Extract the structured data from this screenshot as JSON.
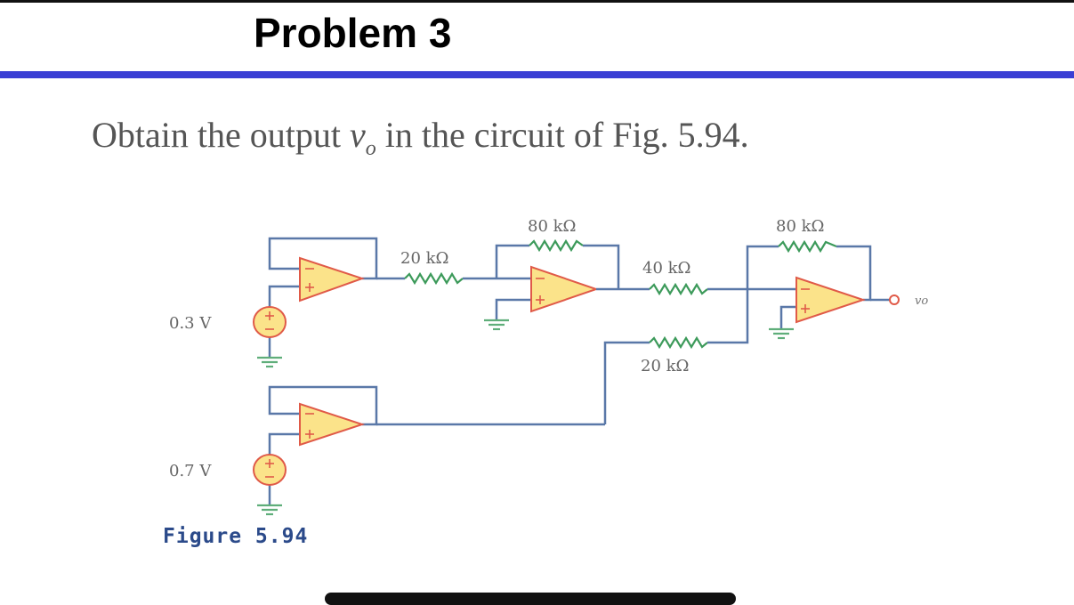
{
  "slide": {
    "title": "Problem 3",
    "prompt_before": "Obtain the output ",
    "prompt_var": "v",
    "prompt_sub": "o",
    "prompt_after": " in the circuit of Fig. 5.94.",
    "accent_color": "#3a3fd4"
  },
  "figure": {
    "caption": "Figure 5.94",
    "sources": [
      "0.3 V",
      "0.7 V"
    ],
    "resistors": {
      "r_in1": "20 kΩ",
      "r_f1": "80 kΩ",
      "r_in2a": "40 kΩ",
      "r_in2b": "20 kΩ",
      "r_f2": "80 kΩ"
    },
    "output_label": "vo"
  }
}
